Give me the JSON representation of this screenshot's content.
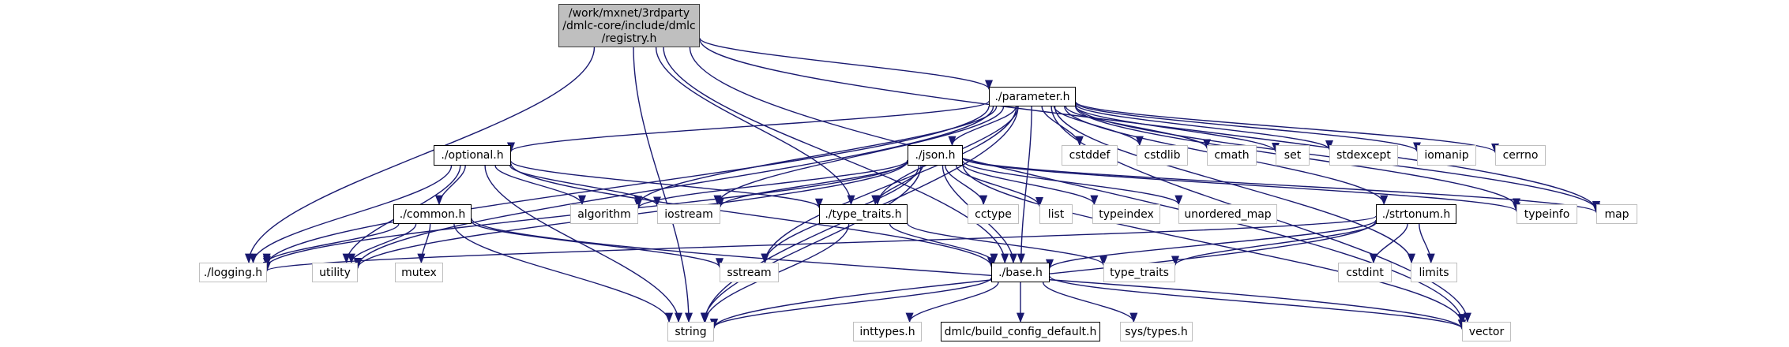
{
  "title": "Include dependency graph for registry.h",
  "colors": {
    "edge": "#191970",
    "root_fill": "#bfbfbf",
    "root_border": "#404040",
    "local_border": "#000000",
    "system_border": "#bfbfbf"
  },
  "nodes": [
    {
      "id": "root",
      "label": "/work/mxnet/3rdparty\n/dmlc-core/include/dmlc\n/registry.h",
      "kind": "root"
    },
    {
      "id": "parameter",
      "label": "./parameter.h",
      "kind": "local"
    },
    {
      "id": "optional",
      "label": "./optional.h",
      "kind": "local"
    },
    {
      "id": "json",
      "label": "./json.h",
      "kind": "local"
    },
    {
      "id": "cstddef",
      "label": "cstddef",
      "kind": "system"
    },
    {
      "id": "cstdlib",
      "label": "cstdlib",
      "kind": "system"
    },
    {
      "id": "cmath",
      "label": "cmath",
      "kind": "system"
    },
    {
      "id": "set",
      "label": "set",
      "kind": "system"
    },
    {
      "id": "stdexcept",
      "label": "stdexcept",
      "kind": "system"
    },
    {
      "id": "iomanip",
      "label": "iomanip",
      "kind": "system"
    },
    {
      "id": "cerrno",
      "label": "cerrno",
      "kind": "system"
    },
    {
      "id": "common",
      "label": "./common.h",
      "kind": "local"
    },
    {
      "id": "algorithm",
      "label": "algorithm",
      "kind": "system"
    },
    {
      "id": "iostream",
      "label": "iostream",
      "kind": "system"
    },
    {
      "id": "type_traits_h",
      "label": "./type_traits.h",
      "kind": "local"
    },
    {
      "id": "cctype",
      "label": "cctype",
      "kind": "system"
    },
    {
      "id": "list",
      "label": "list",
      "kind": "system"
    },
    {
      "id": "typeindex",
      "label": "typeindex",
      "kind": "system"
    },
    {
      "id": "unordered_map",
      "label": "unordered_map",
      "kind": "system"
    },
    {
      "id": "strtonum",
      "label": "./strtonum.h",
      "kind": "local"
    },
    {
      "id": "typeinfo",
      "label": "typeinfo",
      "kind": "system"
    },
    {
      "id": "map",
      "label": "map",
      "kind": "system"
    },
    {
      "id": "logging",
      "label": "./logging.h",
      "kind": "system"
    },
    {
      "id": "utility",
      "label": "utility",
      "kind": "system"
    },
    {
      "id": "mutex",
      "label": "mutex",
      "kind": "system"
    },
    {
      "id": "sstream",
      "label": "sstream",
      "kind": "system"
    },
    {
      "id": "base",
      "label": "./base.h",
      "kind": "local"
    },
    {
      "id": "type_traits",
      "label": "type_traits",
      "kind": "system"
    },
    {
      "id": "cstdint",
      "label": "cstdint",
      "kind": "system"
    },
    {
      "id": "limits",
      "label": "limits",
      "kind": "system"
    },
    {
      "id": "string",
      "label": "string",
      "kind": "system"
    },
    {
      "id": "inttypes",
      "label": "inttypes.h",
      "kind": "system"
    },
    {
      "id": "build_config",
      "label": "dmlc/build_config_default.h",
      "kind": "local"
    },
    {
      "id": "sys_types",
      "label": "sys/types.h",
      "kind": "system"
    },
    {
      "id": "vector",
      "label": "vector",
      "kind": "system"
    }
  ],
  "edges": [
    [
      "root",
      "parameter"
    ],
    [
      "root",
      "type_traits_h"
    ],
    [
      "root",
      "logging"
    ],
    [
      "root",
      "string"
    ],
    [
      "root",
      "base"
    ],
    [
      "root",
      "map"
    ],
    [
      "root",
      "vector"
    ],
    [
      "parameter",
      "optional"
    ],
    [
      "parameter",
      "json"
    ],
    [
      "parameter",
      "cstddef"
    ],
    [
      "parameter",
      "cstdlib"
    ],
    [
      "parameter",
      "cmath"
    ],
    [
      "parameter",
      "set"
    ],
    [
      "parameter",
      "stdexcept"
    ],
    [
      "parameter",
      "iomanip"
    ],
    [
      "parameter",
      "cerrno"
    ],
    [
      "parameter",
      "algorithm"
    ],
    [
      "parameter",
      "iostream"
    ],
    [
      "parameter",
      "type_traits_h"
    ],
    [
      "parameter",
      "strtonum"
    ],
    [
      "parameter",
      "typeinfo"
    ],
    [
      "parameter",
      "map"
    ],
    [
      "parameter",
      "logging"
    ],
    [
      "parameter",
      "utility"
    ],
    [
      "parameter",
      "sstream"
    ],
    [
      "parameter",
      "base"
    ],
    [
      "parameter",
      "limits"
    ],
    [
      "parameter",
      "string"
    ],
    [
      "parameter",
      "vector"
    ],
    [
      "optional",
      "common"
    ],
    [
      "optional",
      "algorithm"
    ],
    [
      "optional",
      "iostream"
    ],
    [
      "optional",
      "type_traits_h"
    ],
    [
      "optional",
      "logging"
    ],
    [
      "optional",
      "utility"
    ],
    [
      "optional",
      "base"
    ],
    [
      "optional",
      "string"
    ],
    [
      "json",
      "algorithm"
    ],
    [
      "json",
      "iostream"
    ],
    [
      "json",
      "type_traits_h"
    ],
    [
      "json",
      "cctype"
    ],
    [
      "json",
      "list"
    ],
    [
      "json",
      "typeindex"
    ],
    [
      "json",
      "unordered_map"
    ],
    [
      "json",
      "typeinfo"
    ],
    [
      "json",
      "map"
    ],
    [
      "json",
      "logging"
    ],
    [
      "json",
      "utility"
    ],
    [
      "json",
      "sstream"
    ],
    [
      "json",
      "base"
    ],
    [
      "json",
      "string"
    ],
    [
      "json",
      "vector"
    ],
    [
      "common",
      "logging"
    ],
    [
      "common",
      "utility"
    ],
    [
      "common",
      "mutex"
    ],
    [
      "common",
      "sstream"
    ],
    [
      "common",
      "string"
    ],
    [
      "common",
      "vector"
    ],
    [
      "type_traits_h",
      "base"
    ],
    [
      "type_traits_h",
      "type_traits"
    ],
    [
      "type_traits_h",
      "string"
    ],
    [
      "strtonum",
      "logging"
    ],
    [
      "strtonum",
      "base"
    ],
    [
      "strtonum",
      "type_traits"
    ],
    [
      "strtonum",
      "cstdint"
    ],
    [
      "strtonum",
      "limits"
    ],
    [
      "strtonum",
      "string"
    ],
    [
      "base",
      "string"
    ],
    [
      "base",
      "inttypes"
    ],
    [
      "base",
      "build_config"
    ],
    [
      "base",
      "sys_types"
    ],
    [
      "base",
      "vector"
    ]
  ]
}
